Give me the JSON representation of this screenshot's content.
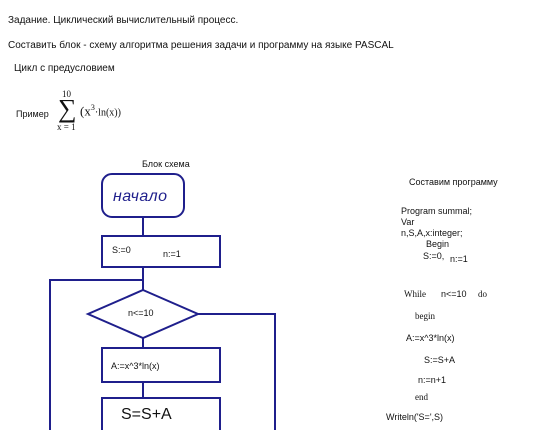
{
  "header": {
    "task": "Задание. Циклический вычислительный процесс.",
    "instruction": "Составить блок - схему алгоритма решения задачи и программу на языке PASCAL",
    "loop_type": "Цикл с предусловием",
    "example_label": "Пример",
    "formula": {
      "upper": "10",
      "sigma": "∑",
      "lower": "x = 1",
      "expr_open": "(x",
      "expr_exp": "3",
      "expr_rest": "·ln(x))"
    }
  },
  "flowchart": {
    "title": "Блок схема",
    "start": "начало",
    "init_s": "S:=0",
    "init_n": "n:=1",
    "condition": "n<=10",
    "calc_a": "A:=x^3*ln(x)",
    "sum": "S=S+A"
  },
  "program": {
    "title": "Составим программу",
    "lines": {
      "program": "Program summal;",
      "var": "Var",
      "decl": "n,S,A,x:integer;",
      "begin1": "Begin",
      "init_s": "S:=0,",
      "init_n": "n:=1",
      "while": "While",
      "cond": "n<=10",
      "do": "do",
      "begin2": "begin",
      "calc": "A:=x^3*ln(x)",
      "sum": "S:=S+A",
      "inc": "n:=n+1",
      "end": "end",
      "writeln": "Writeln('S=',S)"
    }
  },
  "colors": {
    "flow_stroke": "#1f1f8c",
    "text": "#111111"
  }
}
